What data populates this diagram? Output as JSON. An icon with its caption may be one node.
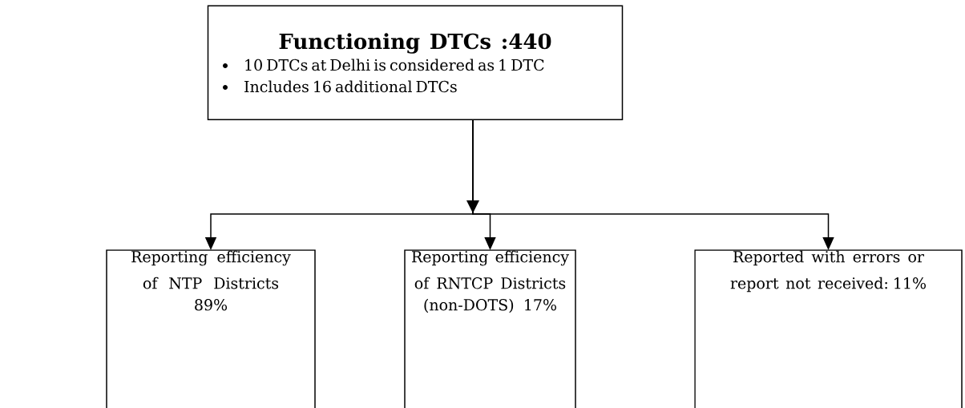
{
  "diagram": {
    "nodes": [
      {
        "text": [
          "Functioning DTCs :440",
          "10 DTCs at Delhi is considered as 1 DTC",
          "Includes 16 additional DTCs"
        ]
      },
      {
        "text": [
          "Reporting efficiency of NTP Districts",
          "89%"
        ]
      },
      {
        "text": [
          "Reporting efficiency of RNTCP Districts (non-DOTS) 17%"
        ]
      },
      {
        "text": [
          "Reported with errors or report not received: 11%"
        ]
      }
    ],
    "edges": [
      {
        "from": 0,
        "to": 1,
        "arrow": "to"
      },
      {
        "from": 0,
        "to": 2,
        "arrow": "to"
      },
      {
        "from": 0,
        "to": 3,
        "arrow": "to"
      }
    ]
  }
}
